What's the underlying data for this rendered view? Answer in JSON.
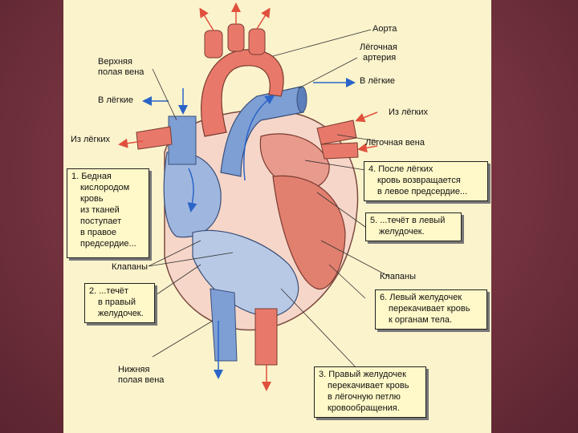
{
  "labels": {
    "aorta": "Аорта",
    "pulmonary_artery": [
      "Лёгочная",
      "артерия"
    ],
    "to_lungs_right": "В лёгкие",
    "from_lungs_right": "Из лёгких",
    "pulmonary_vein": "Лёгочная вена",
    "superior_vena_cava": [
      "Верхняя",
      "полая вена"
    ],
    "to_lungs_left": "В лёгкие",
    "from_lungs_left": "Из лёгких",
    "valves_left": "Клапаны",
    "valves_right": "Клапаны",
    "inferior_vena_cava": [
      "Нижняя",
      "полая вена"
    ]
  },
  "steps": {
    "step1": [
      "1. Бедная",
      "кислородом",
      "кровь",
      "из тканей",
      "поступает",
      "в правое",
      "предсердие..."
    ],
    "step2": [
      "2. ...течёт",
      "в правый",
      "желудочек."
    ],
    "step3": [
      "3. Правый желудочек",
      "перекачивает кровь",
      "в лёгочную петлю",
      "кровообращения."
    ],
    "step4": [
      "4. После лёгких",
      "кровь возвращается",
      "в левое предсердие..."
    ],
    "step5": [
      "5. ...течёт в левый",
      "желудочек."
    ],
    "step6": [
      "6. Левый желудочек",
      "перекачивает кровь",
      "к органам тела."
    ]
  },
  "colors": {
    "oxygenated": "#e8796a",
    "deoxygenated": "#7e9fd4",
    "arrow_red": "#e0503c",
    "arrow_blue": "#2a64c8",
    "panel": "#fbf3cc"
  }
}
